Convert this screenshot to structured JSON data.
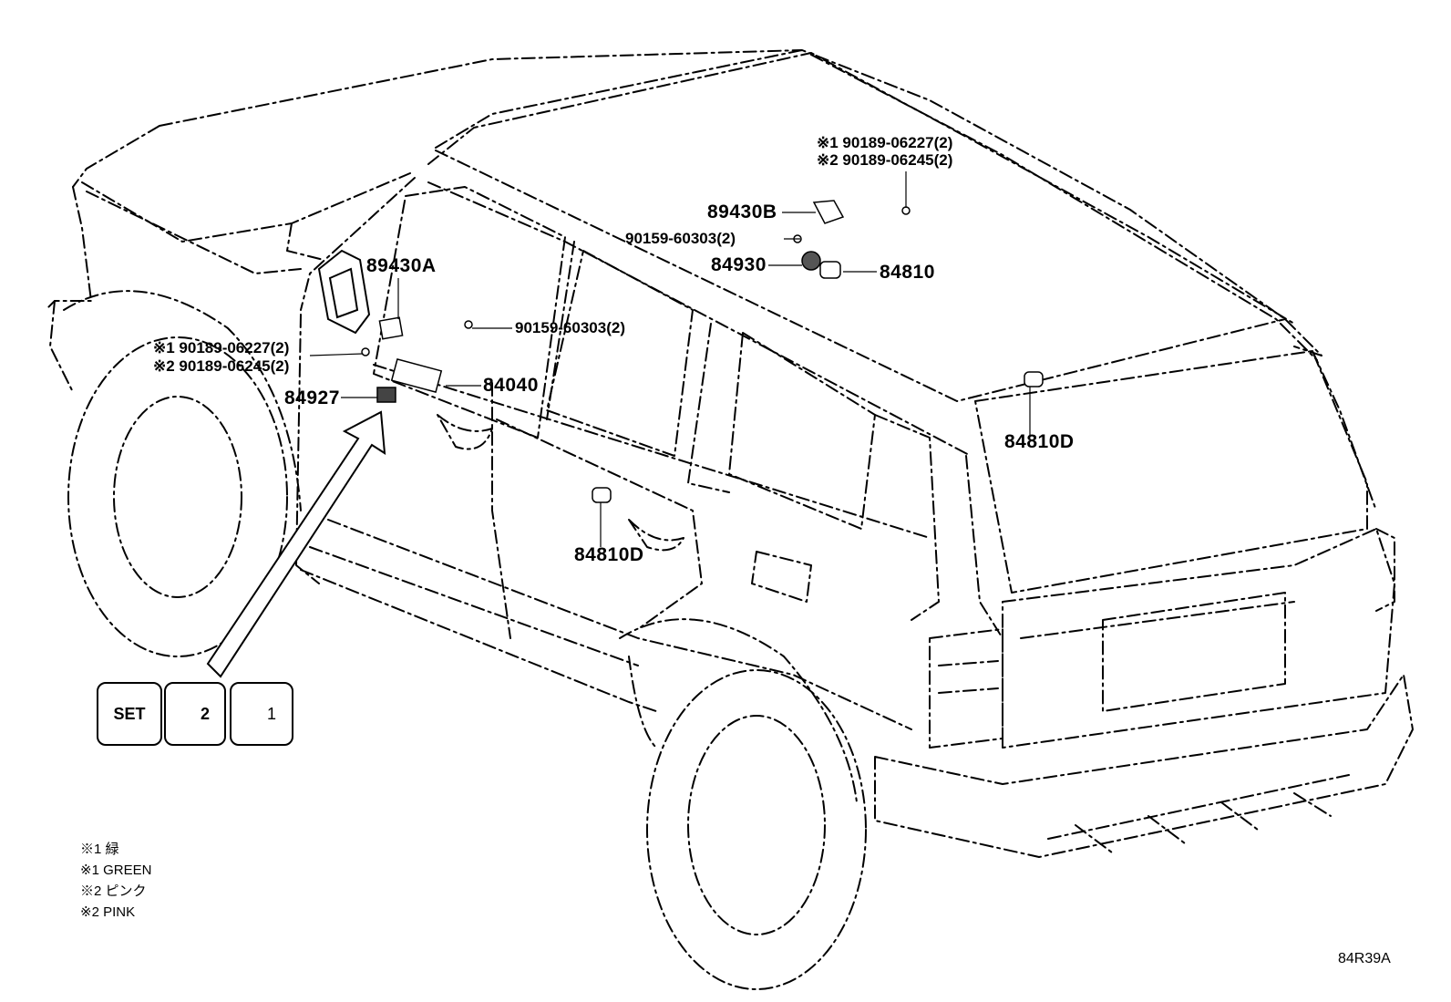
{
  "labels": {
    "p89430A": "89430A",
    "p89430B": "89430B",
    "p84040": "84040",
    "p84927": "84927",
    "p84930": "84930",
    "p84810": "84810",
    "p84810D_roof": "84810D",
    "p84810D_door": "84810D",
    "bolt_right": "90159-60303(2)",
    "bolt_top": "90159-60303(2)",
    "clip_left_1": "※1 90189-06227(2)",
    "clip_left_2": "※2 90189-06245(2)",
    "clip_top_1": "※1 90189-06227(2)",
    "clip_top_2": "※2 90189-06245(2)"
  },
  "switch_panel": {
    "set": "SET",
    "memory2": "2",
    "memory1": "1",
    "seat_icon": "seat-icon"
  },
  "legend": [
    "※1 緑",
    "※1 GREEN",
    "※2 ピンク",
    "※2 PINK"
  ],
  "diagram_code": "84R39A"
}
